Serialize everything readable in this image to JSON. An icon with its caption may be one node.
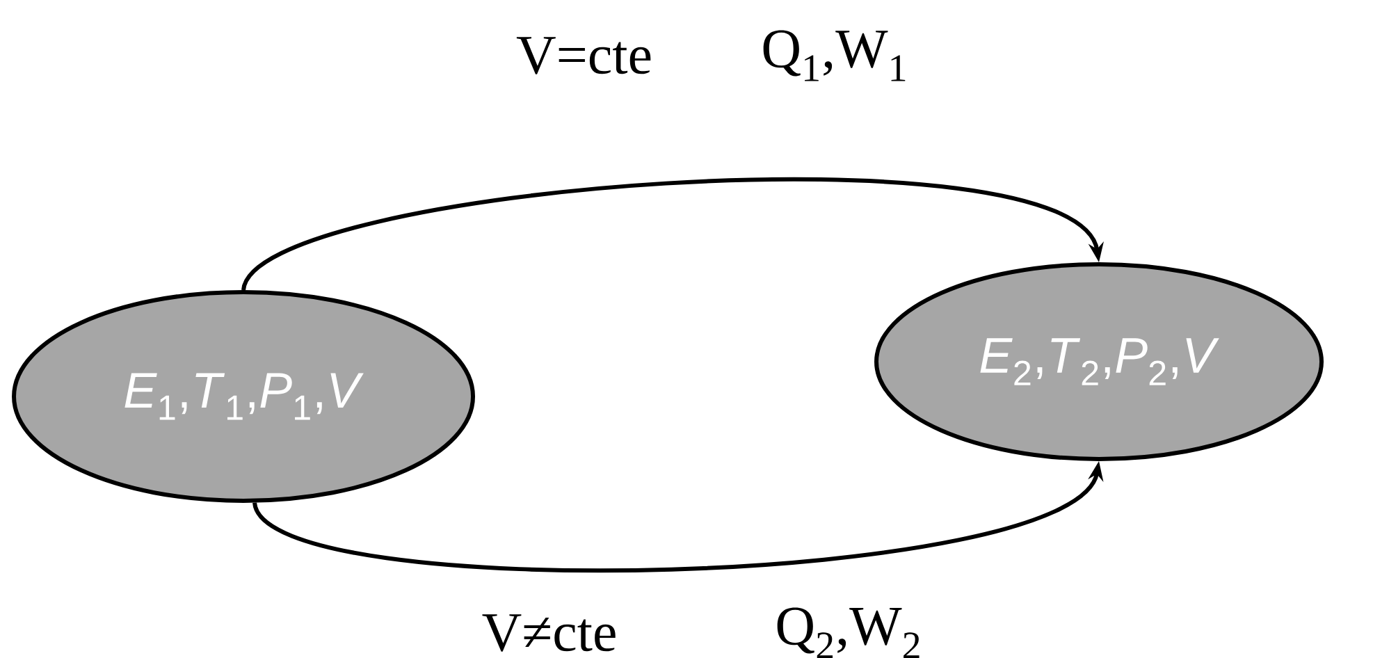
{
  "diagram": {
    "nodes": [
      {
        "text": [
          "*E*$_{1}$,*T*$_{1}$,*P*$_{1}$,*V*"
        ]
      },
      {
        "text": [
          "*E*$_{2}$,*T*$_{2}$,*P*$_{2}$,*V*"
        ]
      }
    ],
    "edges": [
      {
        "from": 0,
        "to": 1,
        "arrow": "to",
        "label": "V=cte"
      },
      {
        "from": 0,
        "to": 1,
        "arrow": "to",
        "label": "V≠cte"
      }
    ],
    "labels": [
      "Q$_{1}$,W$_{1}$",
      "Q$_{2}$,W$_{2}$"
    ]
  }
}
